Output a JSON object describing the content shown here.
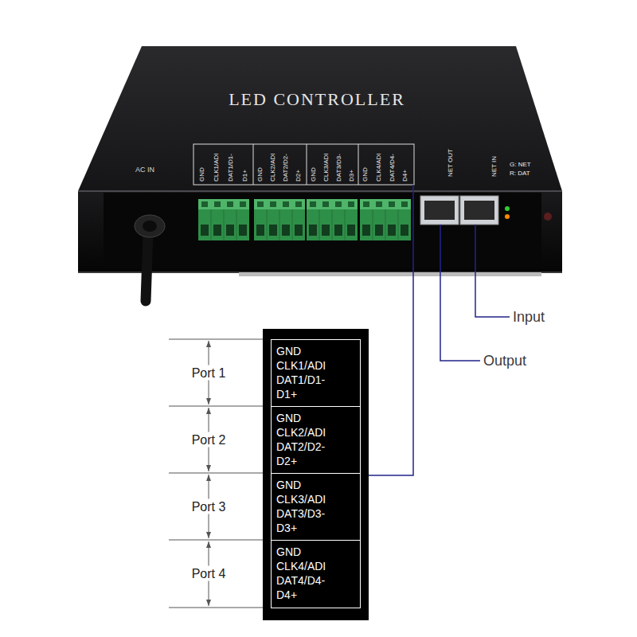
{
  "diagram": {
    "nodes": [
      {
        "text": [
          "GND",
          "CLK1/ADI",
          "DAT1/D1-",
          "D1+"
        ]
      },
      {
        "text": [
          "GND",
          "CLK2/ADI",
          "DAT2/D2-",
          "D2+"
        ]
      },
      {
        "text": [
          "GND",
          "CLK3/ADI",
          "DAT3/D3-",
          "D3+"
        ]
      },
      {
        "text": [
          "GND",
          "CLK4/ADI",
          "DAT4/D4-",
          "D4+"
        ]
      }
    ],
    "labels": [
      "LED CONTROLLER",
      "AC IN",
      "GND",
      "CLK1/ADI",
      "DAT1/D1-",
      "D1+",
      "GND",
      "CLK2/ADI",
      "DAT2/D2-",
      "D2+",
      "GND",
      "CLK3/ADI",
      "DAT3/D3-",
      "D3+",
      "GND",
      "CLK4/ADI",
      "DAT4/D4-",
      "D4+",
      "NET OUT",
      "NET IN",
      "G: NET",
      "R: DAT",
      "Input",
      "Output",
      "Port 1",
      "Port 2",
      "Port 3",
      "Port 4"
    ]
  }
}
